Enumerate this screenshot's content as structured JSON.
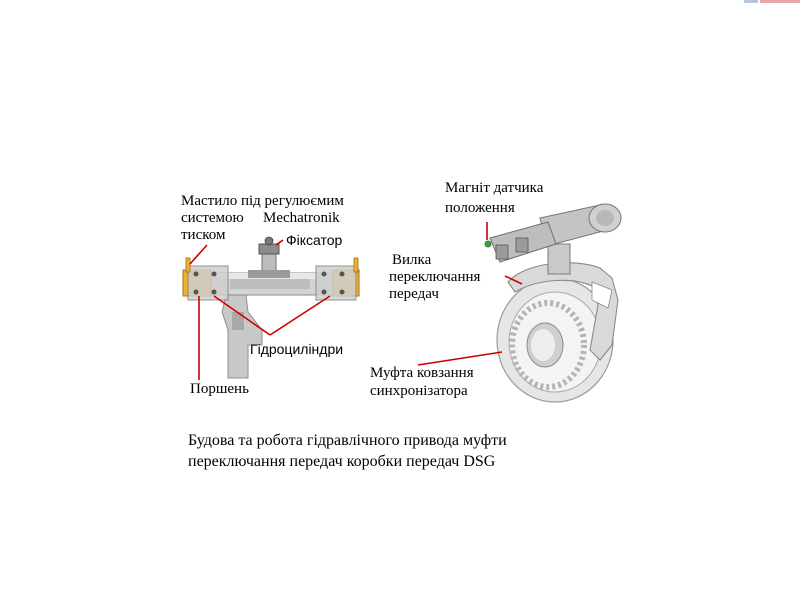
{
  "labels": {
    "oil_pressure": [
      "Мастило під регулюємим",
      "системою",
      "тиском"
    ],
    "mechatronik": "Mechatronik",
    "latch": "Фіксатор",
    "hydro_cylinders": "Гідроциліндри",
    "piston": "Поршень",
    "magnet": [
      "Магніт датчика",
      "положення"
    ],
    "fork": [
      "Вилка",
      "переключання",
      "передач"
    ],
    "sleeve": [
      "Муфта ковзання",
      "синхронізатора"
    ]
  },
  "caption": [
    "Будова та робота гідравлічного привода муфти",
    "переключання передач коробки передач DSG"
  ],
  "colors": {
    "leader_line": "#cc0000",
    "oil_yellow": "#f0b030",
    "metal_light": "#d8d8d8",
    "metal_mid": "#b0b0b0",
    "metal_dark": "#707070"
  }
}
